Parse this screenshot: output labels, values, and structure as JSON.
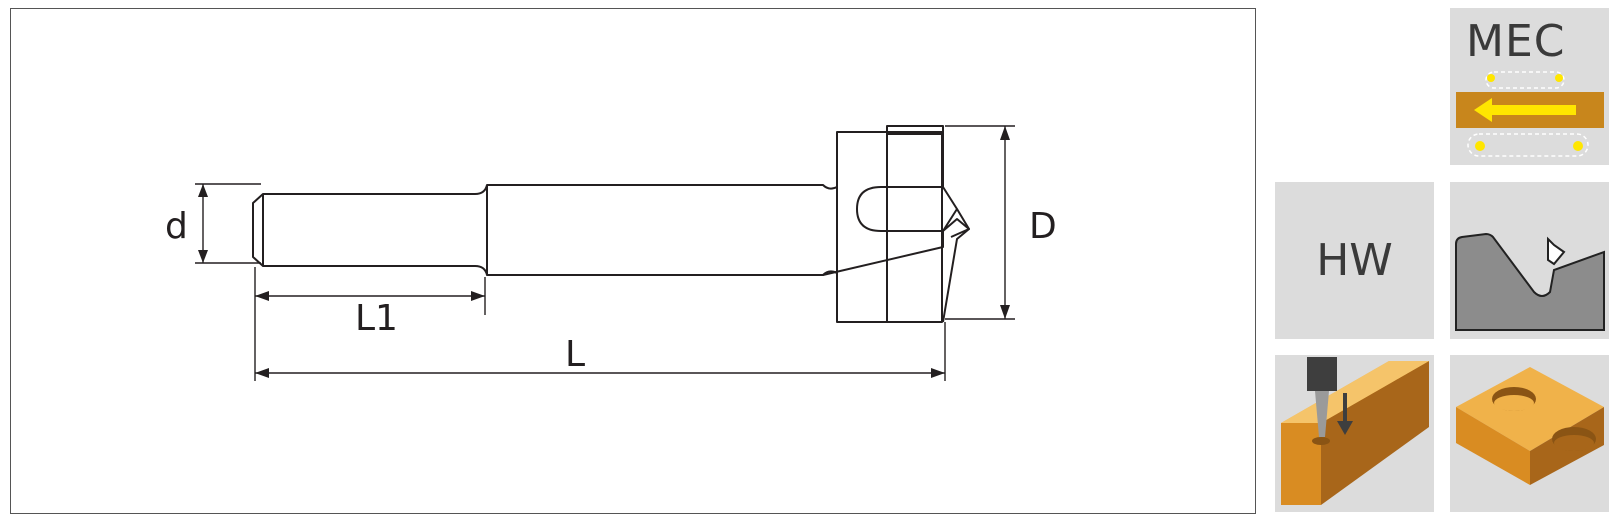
{
  "drawing": {
    "dimensions": {
      "d": "d",
      "D": "D",
      "L1": "L1",
      "L": "L"
    }
  },
  "badges": {
    "machine": {
      "label": "MEC",
      "arrow_color": "#ffe600",
      "board_color": "#c8861c"
    },
    "material": {
      "label": "HW"
    }
  },
  "colors": {
    "line": "#231f20",
    "tile_bg": "#dcdcdc",
    "wood_top": "#f0b24a",
    "wood_front": "#d98c22",
    "wood_side": "#a8661a"
  }
}
